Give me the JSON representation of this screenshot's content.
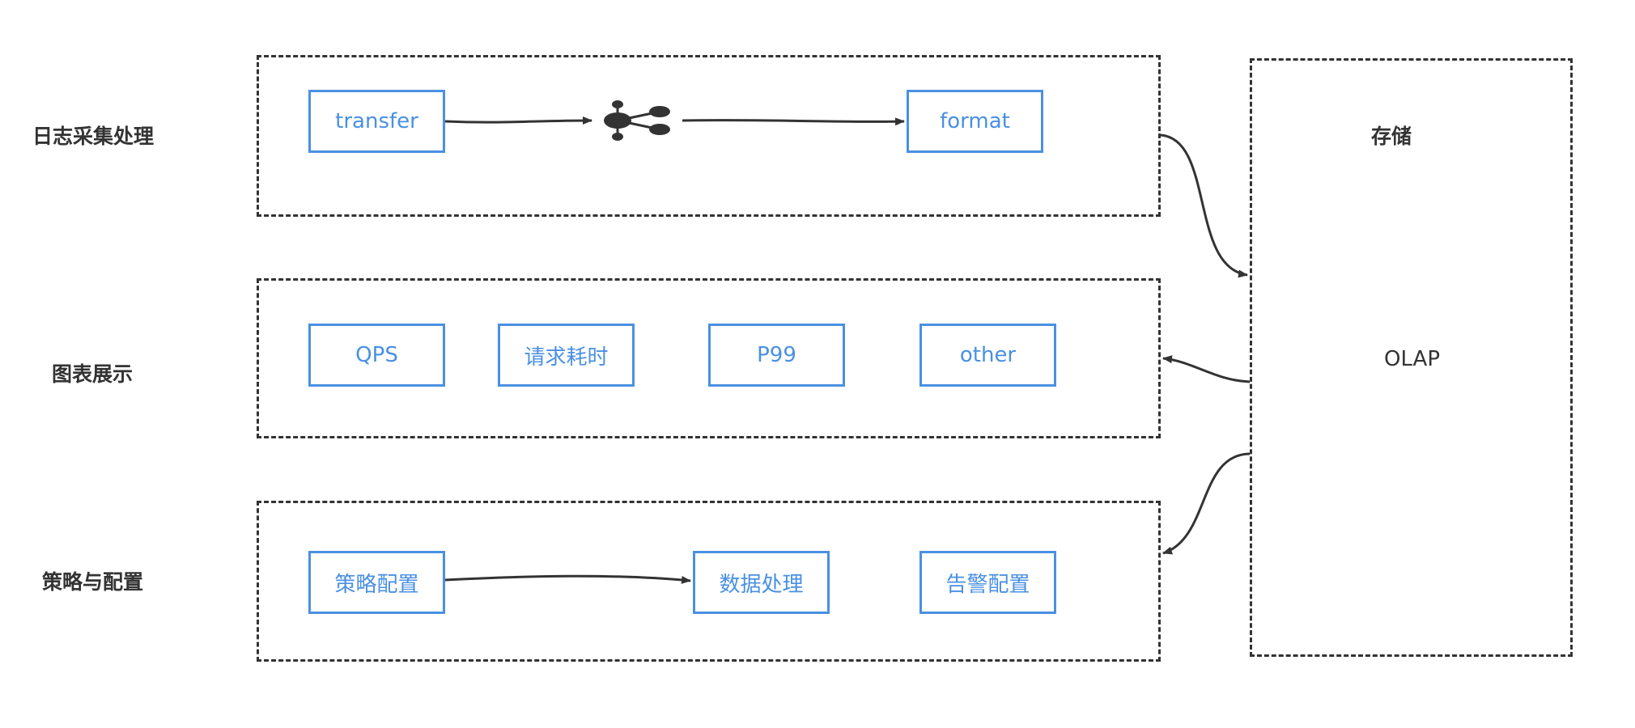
{
  "rows": {
    "ingest": {
      "label": "日志采集处理"
    },
    "charts": {
      "label": "图表展示"
    },
    "strategy": {
      "label": "策略与配置"
    }
  },
  "nodes": {
    "transfer": "transfer",
    "format": "format",
    "qps": "QPS",
    "latency": "请求耗时",
    "p99": "P99",
    "other": "other",
    "strategy_config": "策略配置",
    "data_processing": "数据处理",
    "alert_config": "告警配置"
  },
  "storage": {
    "title": "存储",
    "engine": "OLAP"
  },
  "icons": {
    "message_queue": "kafka-cluster-icon"
  },
  "colors": {
    "node_border": "#4a90e2",
    "node_text": "#4a90e2",
    "line": "#333333"
  }
}
